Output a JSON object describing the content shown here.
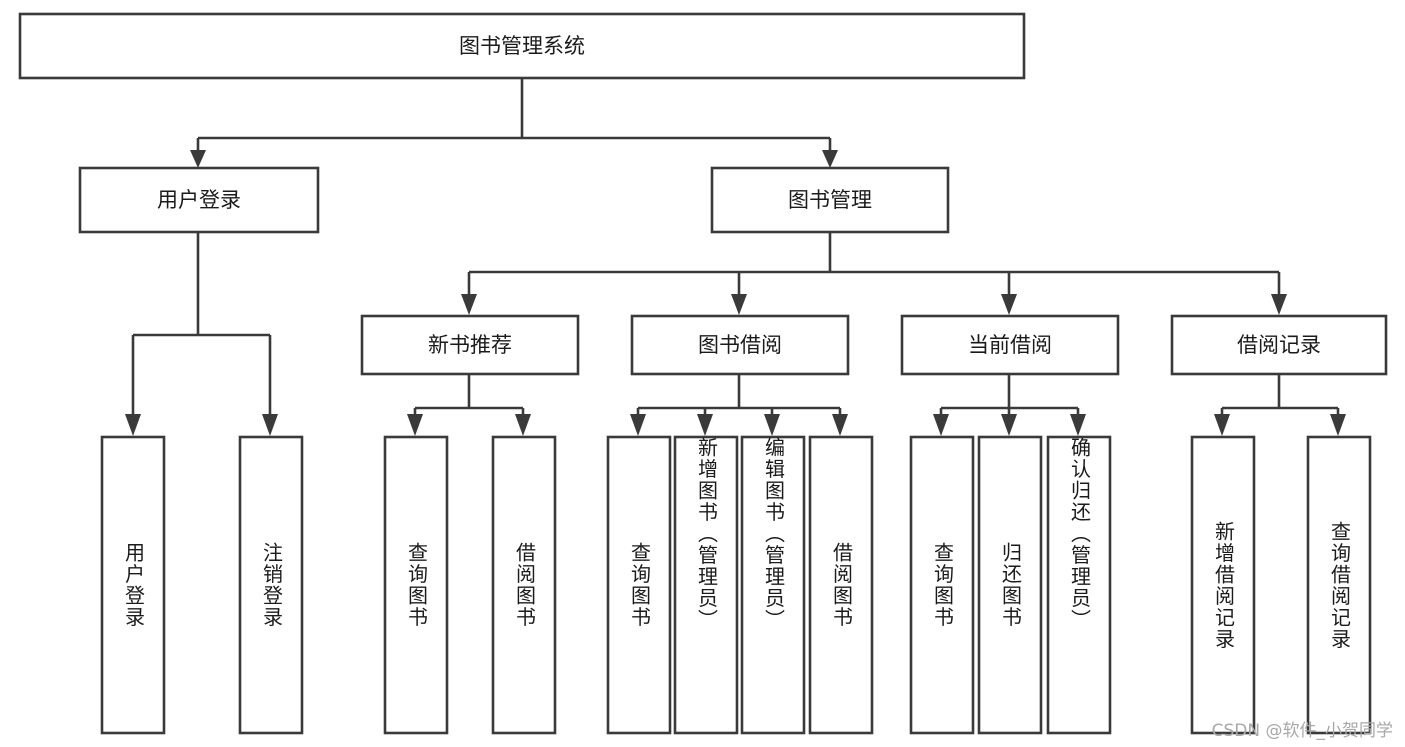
{
  "diagram": {
    "type": "tree",
    "title": "图书管理系统",
    "root": {
      "label": "图书管理系统"
    },
    "level2": [
      {
        "label": "用户登录"
      },
      {
        "label": "图书管理"
      }
    ],
    "level3": [
      {
        "label": "新书推荐"
      },
      {
        "label": "图书借阅"
      },
      {
        "label": "当前借阅"
      },
      {
        "label": "借阅记录"
      }
    ],
    "leaves": {
      "user_login": [
        {
          "label": "用户登录"
        },
        {
          "label": "注销登录"
        }
      ],
      "new_book_recommend": [
        {
          "label": "查询图书"
        },
        {
          "label": "借阅图书"
        }
      ],
      "book_borrow": [
        {
          "label": "查询图书"
        },
        {
          "label": "新增图书（管理员）"
        },
        {
          "label": "编辑图书（管理员）"
        },
        {
          "label": "借阅图书"
        }
      ],
      "current_borrow": [
        {
          "label": "查询图书"
        },
        {
          "label": "归还图书"
        },
        {
          "label": "确认归还（管理员）"
        }
      ],
      "borrow_record": [
        {
          "label": "新增借阅记录"
        },
        {
          "label": "查询借阅记录"
        }
      ]
    }
  },
  "watermark": {
    "text": "CSDN @软件_小贺同学"
  },
  "colors": {
    "stroke": "#3a3a3a",
    "fill": "#ffffff",
    "text": "#1b1b1b",
    "watermark": "#a8a8a8"
  }
}
